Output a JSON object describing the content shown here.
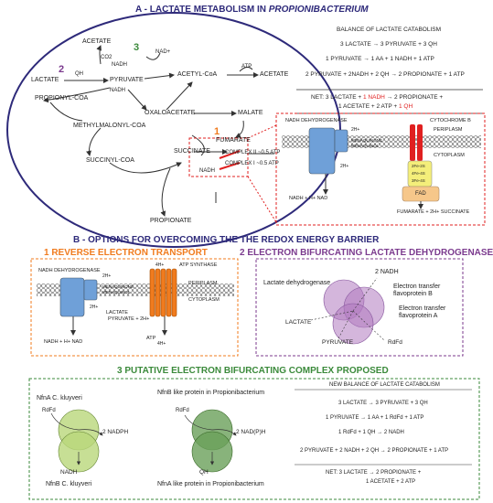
{
  "titles": {
    "a_prefix": "A - LACTATE METABOLISM IN ",
    "a_organism": "PROPIONIBACTERIUM",
    "b": "B - OPTIONS FOR OVERCOMING THE THE REDOX ENERGY BARRIER",
    "b1": "1 REVERSE ELECTRON TRANSPORT",
    "b2": "2 ELECTRON BIFURCATING LACTATE DEHYDROGENASE",
    "b3": "3 PUTATIVE ELECTRON BIFURCATING COMPLEX PROPOSED"
  },
  "pathway": {
    "acetate_top": "ACETATE",
    "co2_left": "CO2",
    "nadh_small_left": "NADH",
    "qh_small": "QH",
    "nad_small": "NAD+",
    "num2": "2",
    "num3": "3",
    "num1": "1",
    "lactate": "LACTATE",
    "pyruvate": "PYRUVATE",
    "acetyl_coa": "ACETYL-CoA",
    "acetate_right": "ACETATE",
    "atp": "ATP",
    "propionyl_coa": "PROPIONYL-COA",
    "oxaloacetate": "OXALOACETATE",
    "malate": "MALATE",
    "methylmalonyl_coa": "METHYLMALONYL-COA",
    "succinyl_coa": "SUCCINYL-COA",
    "succinate": "SUCCINATE",
    "fumarate": "FUMARATE",
    "complex2": "COMPLEX II ~0.5 ATP",
    "complex1": "COMPLEX I ~0.5 ATP",
    "nadh_c1": "NADH",
    "propionate": "PROPIONATE",
    "nadh_q": "NADH"
  },
  "balance_a": {
    "header": "BALANCE OF LACTATE CATABOLISM",
    "l1": "3 LACTATE → 3 PYRUVATE + 3 QH",
    "l2": "1 PYRUVATE → 1 AA + 1 NADH + 1 ATP",
    "l3": "2 PYRUVATE + 2NADH + 2 QH → 2 PROPIONATE + 1 ATP",
    "net_a": "NET: 3 LACTATE + ",
    "net_red1": "1 NADH",
    "net_b": " → 2 PROPIONATE +",
    "net_c": "1 ACETATE + 2 ATP + ",
    "net_red2": "1 QH"
  },
  "membrane_a": {
    "nadh_dh": "NADH DEHYDROGENASE",
    "cyt_b": "CYTOCHROME B",
    "periplasm": "PERIPLASM",
    "cytoplasm": "CYTOPLASM",
    "h_plus": "2H+",
    "h_minus": "2H+",
    "menaquinone": "MENAQUINONE",
    "menaquinol": "MENAQUINOL",
    "fad": "FAD",
    "fe_s1": "2Fe-2S",
    "fe_s2": "4Fe-4S",
    "fe_s3": "3Fe-4S",
    "nadh_bottom": "NADH + H+  NAD",
    "fumarate_eq": "FUMARATE + 2H+ SUCCINATE"
  },
  "reverse_et": {
    "nadh_dh": "NADH DEHYDROGENASE",
    "atp_synthase": "ATP SYNTHASE",
    "h4_top": "4H+",
    "periplasm": "PERIPLASM",
    "cytoplasm": "CYTOPLASM",
    "h2_a": "2H+",
    "h2_b": "2H+",
    "lactate": "LACTATE",
    "pyruvate_eq": "PYRUVATE + 2H+",
    "atp": "ATP",
    "h4_bottom": "4H+",
    "nadh_bottom": "NADH + H+  NAD",
    "menaquinone": "MENAQUINONE",
    "menaquinol": "MENAQUINOL"
  },
  "bifurcating_ldh": {
    "ldh": "Lactate dehydrogenase",
    "nadh2": "2 NADH",
    "etf_b": "Electron transfer flavoprotein B",
    "etf_a": "Electron transfer flavoprotein A",
    "lactate": "LACTATE",
    "pyruvate": "PYRUVATE",
    "rdfd": "RdFd"
  },
  "complex_proposed": {
    "nfna": "NfnA C. kluyveri",
    "rdfd": "RdFd",
    "nadph": "2 NADPH",
    "nadh": "NADH",
    "nfnb": "NfnB C. kluyveri",
    "nfnb_like": "NfnB like protein in Propionibacterium",
    "rdfd2": "RdFd",
    "nadp_h": "2 NAD(P)H",
    "qh": "QH",
    "nfna_like": "NfnA like protein in  Propionibacterium"
  },
  "balance_b": {
    "header": "NEW BALANCE OF LACTATE CATABOLISM",
    "l1": "3 LACTATE → 3 PYRUVATE + 3 QH",
    "l2": "1 PYRUVATE → 1 AA + 1 RdFd + 1 ATP",
    "l3": "1 RdFd + 1 QH → 2 NADH",
    "l4": "2 PYRUVATE + 2 NADH + 2 QH → 2 PROPIONATE + 1 ATP",
    "net1": "NET: 3 LACTATE → 2 PROPIONATE +",
    "net2": "1 ACETATE + 2 ATP"
  },
  "colors": {
    "navy": "#2e2a7a",
    "orange": "#f07b1e",
    "purple": "#7b3a8e",
    "green": "#3b8a3b",
    "red": "#e02020",
    "blue_protein": "#6fa0d8",
    "purple_circle": "#b07ac0",
    "green_circle": "#b9d77a",
    "green_dark": "#6aa05a"
  }
}
